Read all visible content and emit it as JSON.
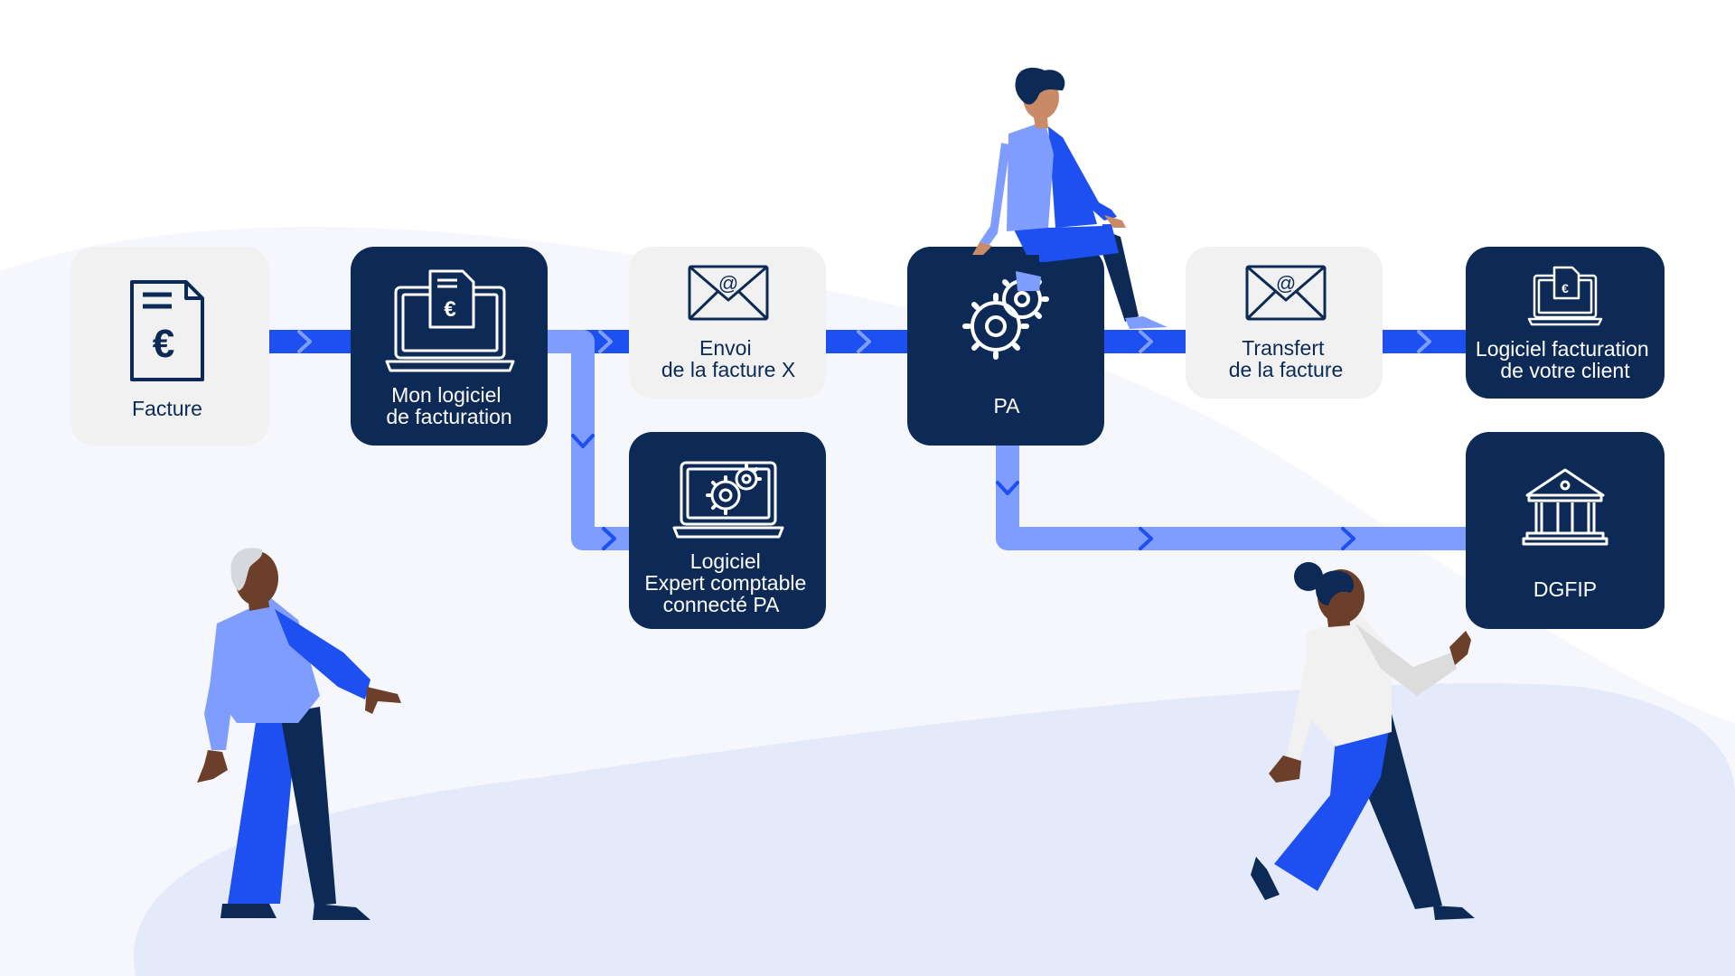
{
  "colors": {
    "navy": "#0c2a55",
    "light_box": "#f1f1f1",
    "bright_blue": "#1d4ff1",
    "pale_blue": "#7f9dff",
    "bg_blob": "#f5f7fc",
    "floor": "#e5eafb",
    "skin_dark": "#6b3f2a",
    "skin_light": "#c98b67"
  },
  "nodes": {
    "facture": {
      "label_lines": [
        "Facture"
      ],
      "icon": "invoice-euro-icon"
    },
    "mon_logiciel": {
      "label_lines": [
        "Mon logiciel",
        "de facturation"
      ],
      "icon": "laptop-invoice-icon"
    },
    "envoi": {
      "label_lines": [
        "Envoi",
        "de la facture X"
      ],
      "icon": "email-at-icon"
    },
    "pa": {
      "label_lines": [
        "PA"
      ],
      "icon": "gears-icon"
    },
    "transfert": {
      "label_lines": [
        "Transfert",
        "de la facture"
      ],
      "icon": "email-at-icon"
    },
    "logiciel_client": {
      "label_lines": [
        "Logiciel facturation",
        "de votre client"
      ],
      "icon": "laptop-invoice-icon"
    },
    "expert": {
      "label_lines": [
        "Logiciel",
        "Expert comptable",
        "connecté PA"
      ],
      "icon": "laptop-gears-icon"
    },
    "dgfip": {
      "label_lines": [
        "DGFIP"
      ],
      "icon": "bank-building-icon"
    }
  }
}
